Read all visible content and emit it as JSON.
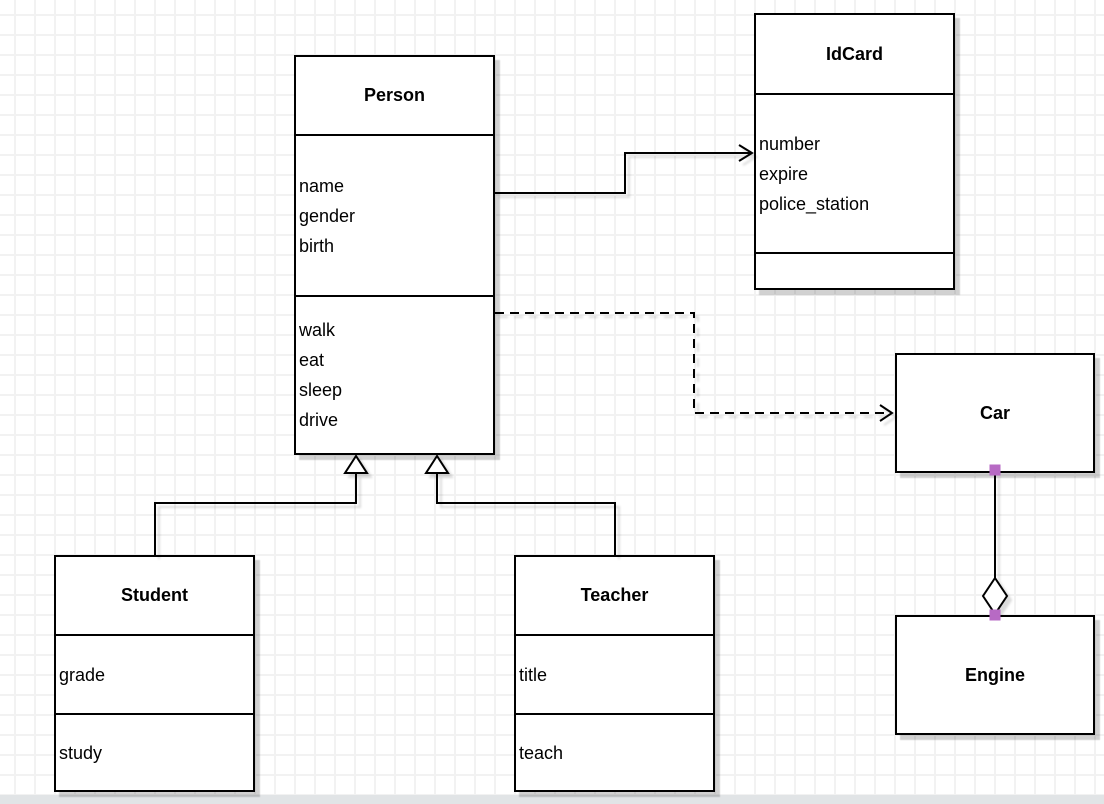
{
  "diagram": {
    "type": "uml-class-diagram",
    "classes": [
      {
        "id": "person",
        "title": "Person",
        "attributes": [
          "name",
          "gender",
          "birth"
        ],
        "methods": [
          "walk",
          "eat",
          "sleep",
          "drive"
        ]
      },
      {
        "id": "idcard",
        "title": "IdCard",
        "attributes": [
          "number",
          "expire",
          "police_station"
        ],
        "methods": []
      },
      {
        "id": "car",
        "title": "Car",
        "attributes": [],
        "methods": []
      },
      {
        "id": "engine",
        "title": "Engine",
        "attributes": [],
        "methods": []
      },
      {
        "id": "student",
        "title": "Student",
        "attributes": [
          "grade"
        ],
        "methods": [
          "study"
        ]
      },
      {
        "id": "teacher",
        "title": "Teacher",
        "attributes": [
          "title"
        ],
        "methods": [
          "teach"
        ]
      }
    ],
    "relationships": [
      {
        "from": "Person",
        "to": "IdCard",
        "type": "association",
        "line": "solid",
        "arrow": "open-arrow"
      },
      {
        "from": "Person",
        "to": "Car",
        "type": "dependency",
        "line": "dashed",
        "arrow": "open-arrow"
      },
      {
        "from": "Student",
        "to": "Person",
        "type": "generalization",
        "line": "solid",
        "arrow": "hollow-triangle"
      },
      {
        "from": "Teacher",
        "to": "Person",
        "type": "generalization",
        "line": "solid",
        "arrow": "hollow-triangle"
      },
      {
        "from": "Car",
        "to": "Engine",
        "type": "aggregation",
        "line": "solid",
        "arrow": "hollow-diamond",
        "selected": true
      }
    ],
    "colors": {
      "stroke": "#000000",
      "node_fill": "#ffffff",
      "selection_handle": "#b76ac4",
      "grid_line": "#f2f2f2",
      "background": "#ffffff",
      "scrollbar_track": "#e1e4e6",
      "shadow": "#cccccc"
    }
  }
}
